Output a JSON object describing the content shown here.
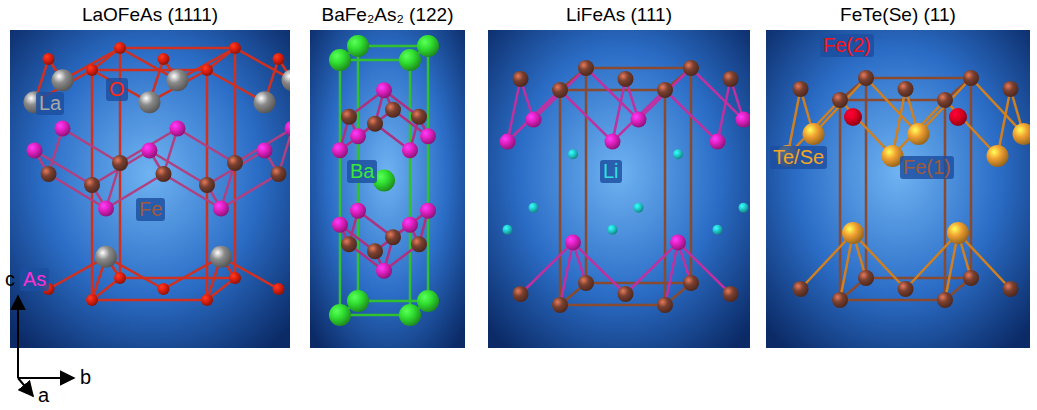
{
  "diagram": {
    "nodes": [
      {
        "text": [
          "LaOFeAs (1111)"
        ]
      },
      {
        "text": [
          "BaFe₂As₂ (122)"
        ]
      },
      {
        "text": [
          "LiFeAs (111)"
        ]
      },
      {
        "text": [
          "FeTe(Se) (11)"
        ]
      }
    ],
    "labels": [
      "La",
      "O",
      "As",
      "Fe",
      "Ba",
      "Li",
      "Fe(2)",
      "Te/Se",
      "Fe(1)",
      "c",
      "b",
      "a"
    ]
  }
}
